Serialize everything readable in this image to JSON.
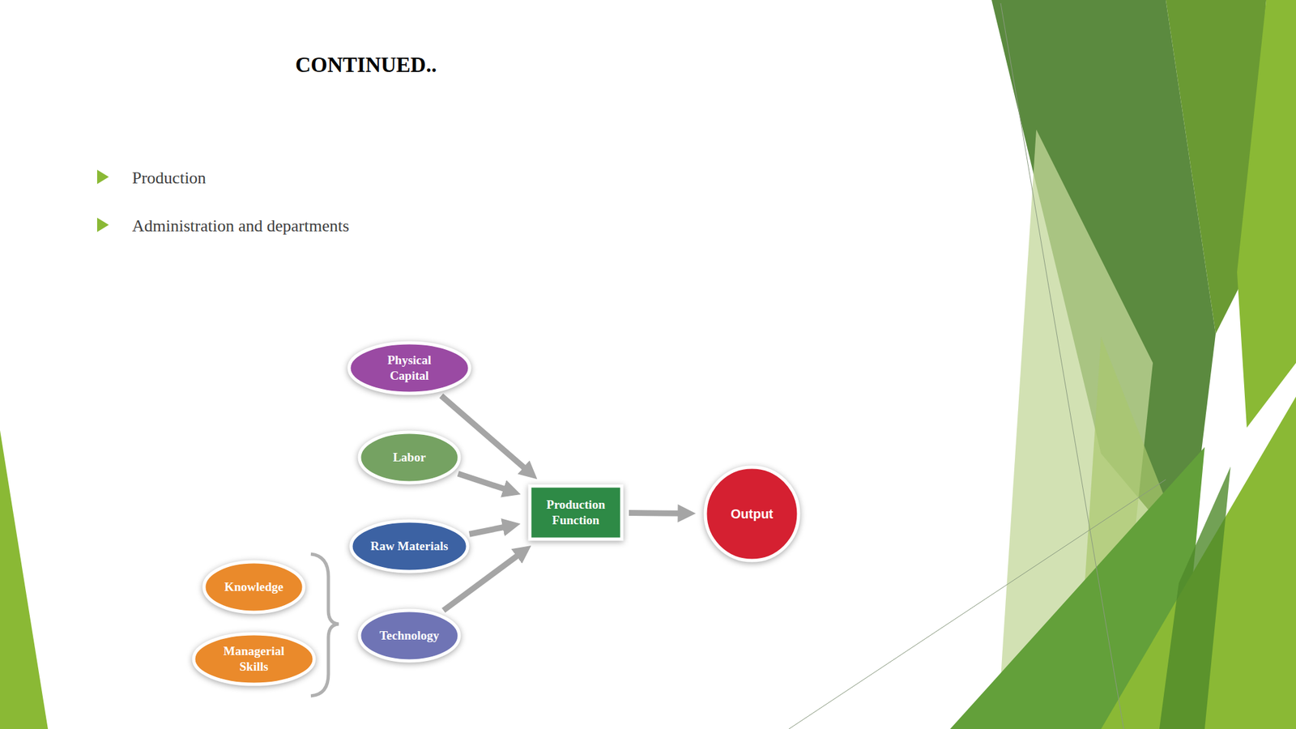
{
  "diagram": {
    "title": "CONTINUED..",
    "nodes": [
      {
        "text": [
          "Physical Capital"
        ]
      },
      {
        "text": [
          "Labor"
        ]
      },
      {
        "text": [
          "Raw Materials"
        ]
      },
      {
        "text": [
          "Knowledge"
        ]
      },
      {
        "text": [
          "Managerial Skills"
        ]
      },
      {
        "text": [
          "Technology"
        ]
      },
      {
        "text": [
          "Production Function"
        ]
      },
      {
        "text": [
          "Output"
        ]
      }
    ],
    "edges": [
      {
        "from": 0,
        "to": 6,
        "arrow": "to"
      },
      {
        "from": 1,
        "to": 6,
        "arrow": "to"
      },
      {
        "from": 2,
        "to": 6,
        "arrow": "to"
      },
      {
        "from": 5,
        "to": 6,
        "arrow": "to"
      },
      {
        "from": 6,
        "to": 7,
        "arrow": "to"
      }
    ],
    "labels": [
      "Production",
      "Administration and departments"
    ]
  }
}
